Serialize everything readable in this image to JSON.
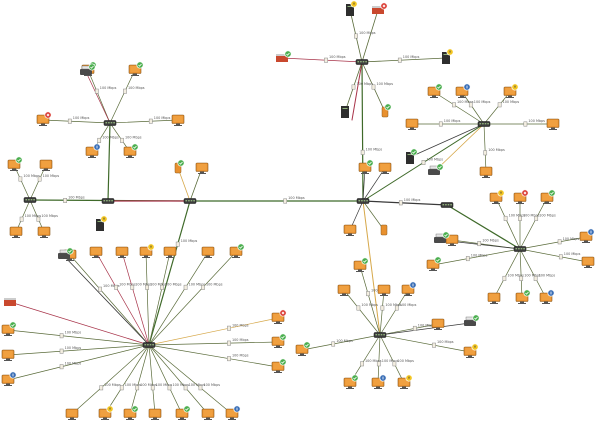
{
  "colors": {
    "background": "#ffffff",
    "link_default": "#5a6b3a",
    "link_trunk": "#3f6a2a",
    "link_red": "#a8344a",
    "link_yellow": "#d6a84a",
    "link_dark": "#3a3a3a",
    "device_orange": "#e8902e",
    "device_screen": "#f0a040",
    "switch_body": "#3c3c3c",
    "status_ok": "#4caf50",
    "status_error": "#d9342b",
    "status_info": "#3b6fb6",
    "status_warn": "#f3c623",
    "label": "#555555"
  },
  "icons": {
    "computer": "monitor-icon",
    "switch": "switch-icon",
    "printer": "printer-icon",
    "phone": "phone-icon",
    "server": "server-icon",
    "firewall": "firewall-icon",
    "status_ok": "check-badge-icon",
    "status_error": "x-badge-icon",
    "status_info": "info-badge-icon",
    "status_warn": "warning-badge-icon"
  },
  "link_speed_label": "100 Mbps",
  "node_kinds": [
    "switch",
    "switch",
    "switch",
    "switch",
    "switch",
    "switch",
    "switch",
    "switch",
    "switch",
    "switch",
    "computer",
    "computer",
    "computer",
    "computer",
    "computer",
    "computer",
    "computer",
    "computer",
    "computer",
    "computer",
    "printer",
    "phone",
    "server",
    "firewall"
  ]
}
